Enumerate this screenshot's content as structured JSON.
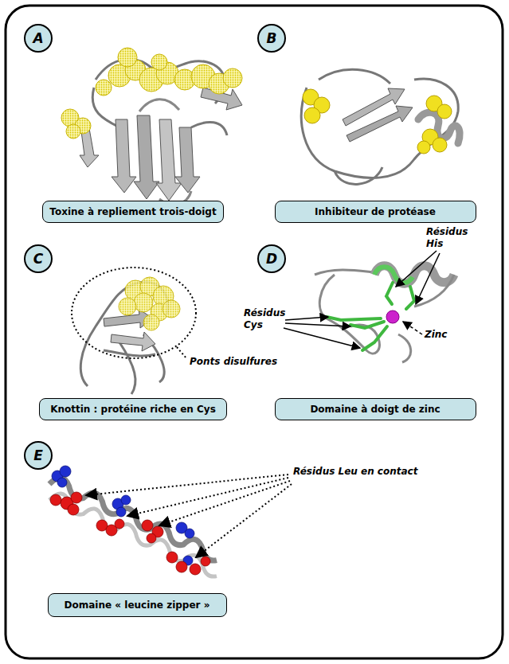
{
  "diagram": {
    "nodes": [
      {
        "text": [
          "A"
        ]
      },
      {
        "text": [
          "B"
        ]
      },
      {
        "text": [
          "Toxine à repliement trois-doigt"
        ]
      },
      {
        "text": [
          "Inhibiteur de protéase"
        ]
      },
      {
        "text": [
          "C"
        ]
      },
      {
        "text": [
          "D"
        ]
      },
      {
        "text": [
          "Knottin : protéine riche en Cys"
        ]
      },
      {
        "text": [
          "Domaine à doigt de zinc"
        ]
      },
      {
        "text": [
          "E"
        ]
      },
      {
        "text": [
          "Domaine « leucine zipper »"
        ]
      }
    ],
    "labels": [
      "Ponts disulfures",
      "Résidus His",
      "Zinc",
      "Résidus Cys",
      "Résidus Leu en contact"
    ]
  }
}
